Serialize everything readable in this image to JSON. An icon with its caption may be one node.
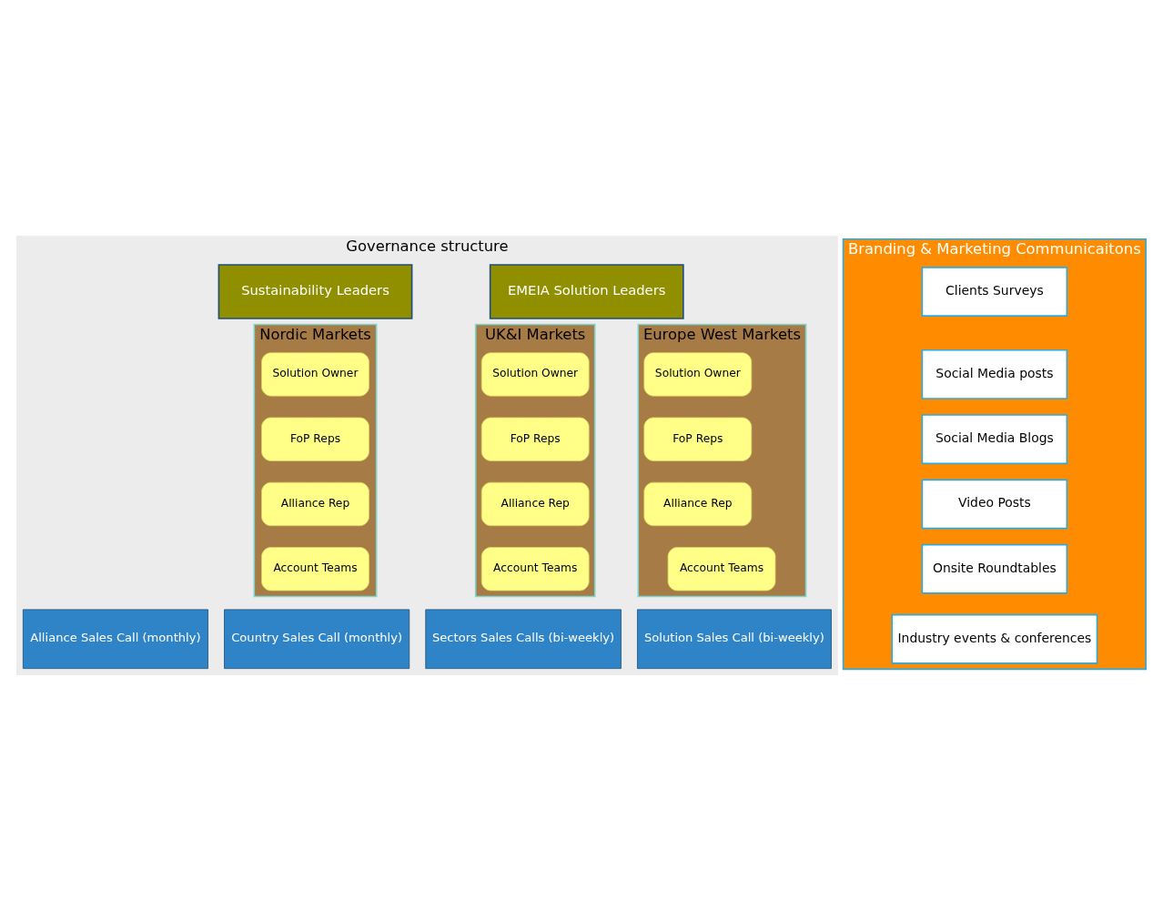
{
  "diagram": {
    "nodes": [
      {
        "text": [
          "Governance structure"
        ]
      },
      {
        "text": [
          "EMEIA Solution Leaders"
        ],
        "in": 0
      },
      {
        "text": [
          "Sustainability Leaders"
        ],
        "in": 0
      },
      {
        "text": [
          "UK&I Markets"
        ],
        "in": 0
      },
      {
        "text": [
          "Solution Owner"
        ],
        "in": 3
      },
      {
        "text": [
          "FoP Reps"
        ],
        "in": 3
      },
      {
        "text": [
          "Alliance Rep"
        ],
        "in": 3
      },
      {
        "text": [
          "Account Teams"
        ],
        "in": 3
      },
      {
        "text": [
          "Europe West Markets"
        ],
        "in": 0
      },
      {
        "text": [
          "Solution Owner"
        ],
        "in": 8
      },
      {
        "text": [
          "FoP Reps"
        ],
        "in": 8
      },
      {
        "text": [
          "Alliance Rep"
        ],
        "in": 8
      },
      {
        "text": [
          "Account Teams"
        ],
        "in": 8
      },
      {
        "text": [
          "Nordic Markets"
        ],
        "in": 0
      },
      {
        "text": [
          "Solution Owner"
        ],
        "in": 13
      },
      {
        "text": [
          "FoP Reps"
        ],
        "in": 13
      },
      {
        "text": [
          "Alliance Rep"
        ],
        "in": 13
      },
      {
        "text": [
          "Account Teams"
        ],
        "in": 13
      },
      {
        "text": [
          "Sectors Sales Calls (bi-weekly)"
        ],
        "in": 0
      },
      {
        "text": [
          "Solution Sales Call (bi-weekly)"
        ],
        "in": 0
      },
      {
        "text": [
          "Alliance Sales Call (monthly)"
        ],
        "in": 0
      },
      {
        "text": [
          "Country Sales Call (monthly)"
        ],
        "in": 0
      },
      {
        "text": [
          "Branding & Marketing Communicaitons"
        ]
      },
      {
        "text": [
          "Clients Surveys"
        ],
        "in": 22
      },
      {
        "text": [
          "Social Media posts"
        ],
        "in": 22
      },
      {
        "text": [
          "Social Media Blogs"
        ],
        "in": 22
      },
      {
        "text": [
          "Video Posts"
        ],
        "in": 22
      },
      {
        "text": [
          "Onsite Roundtables"
        ],
        "in": 22
      },
      {
        "text": [
          "Industry events & conferences"
        ],
        "in": 22
      }
    ]
  }
}
